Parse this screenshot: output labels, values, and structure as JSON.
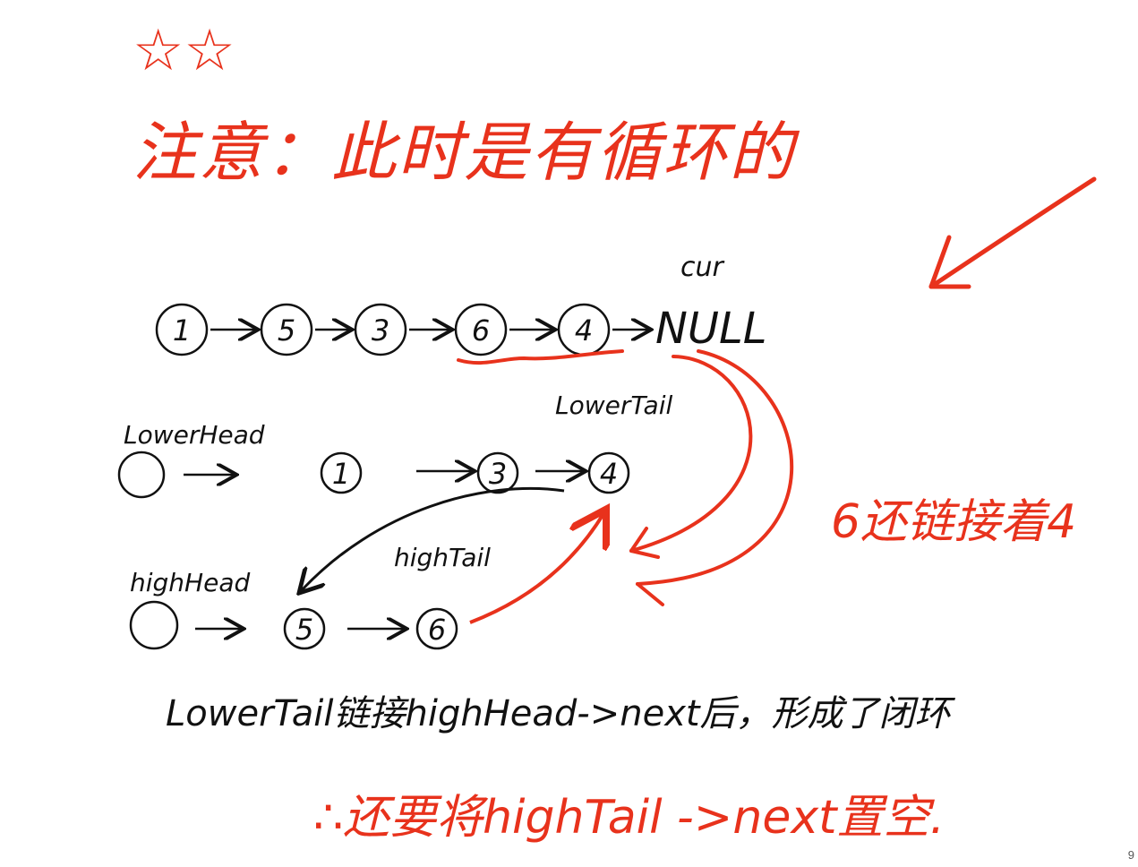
{
  "title_stars": "☆☆",
  "heading": "注意：此时是有循环的",
  "top_list": {
    "nodes": [
      "1",
      "5",
      "3",
      "6",
      "4"
    ],
    "end_label": "NULL",
    "cur_label": "cur"
  },
  "lower": {
    "head_label": "LowerHead",
    "tail_label": "LowerTail",
    "nodes": [
      "1",
      "3",
      "4"
    ]
  },
  "high": {
    "head_label": "highHead",
    "tail_label": "highTail",
    "nodes": [
      "5",
      "6"
    ]
  },
  "side_note": "6还链接着4",
  "bottom_note": "LowerTail链接highHead->next后，形成了闭环",
  "conclusion": "∴还要将highTail ->next置空.",
  "page_number": "9",
  "colors": {
    "red": "#e8321c",
    "black": "#111111"
  }
}
